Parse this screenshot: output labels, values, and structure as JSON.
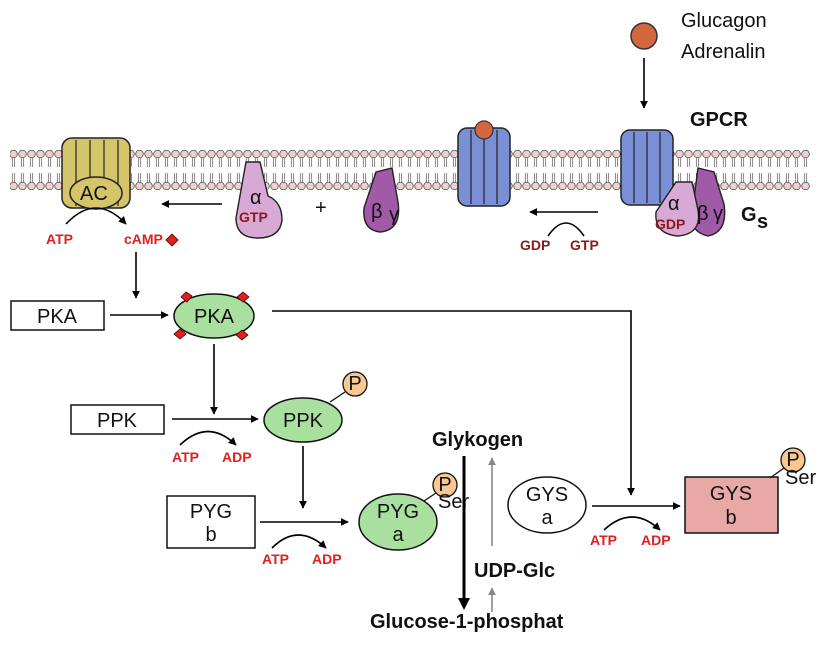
{
  "ligand": {
    "line1": "Glucagon",
    "line2": "Adrenalin"
  },
  "receptor": {
    "label": "GPCR"
  },
  "g_protein": {
    "label": "G",
    "sub": "s",
    "alpha": "α",
    "beta": "β",
    "gamma": "γ"
  },
  "gtp_label": "GTP",
  "gdp_label": "GDP",
  "ac_label": "AC",
  "atp_label": "ATP",
  "adp_label": "ADP",
  "camp_label": "cAMP",
  "plus_sign": "+",
  "pka": {
    "inactive": "PKA",
    "active": "PKA"
  },
  "ppk": {
    "inactive": "PPK",
    "active": "PPK"
  },
  "pyg_b": {
    "line1": "PYG",
    "line2": "b"
  },
  "pyg_a": {
    "line1": "PYG",
    "line2": "a"
  },
  "gys_a": {
    "line1": "GYS",
    "line2": "a"
  },
  "gys_b": {
    "line1": "GYS",
    "line2": "b"
  },
  "phospho": {
    "p": "P",
    "ser": "Ser"
  },
  "metabolites": {
    "glycogen": "Glykogen",
    "udp_glc": "UDP-Glc",
    "g1p": "Glucose-1-phosphat"
  },
  "colors": {
    "ac": "#d4c56a",
    "alpha_subunit": "#d9a9d6",
    "beta_gamma": "#a15aa8",
    "receptor": "#7b8fd6",
    "ligand": "#d4663f",
    "active_enzyme": "#a9e0a0",
    "phosphate": "#f8c890",
    "gys_b": "#e8a8a6",
    "camp": "#e02020",
    "lipid_head": "#f0d0d0"
  }
}
